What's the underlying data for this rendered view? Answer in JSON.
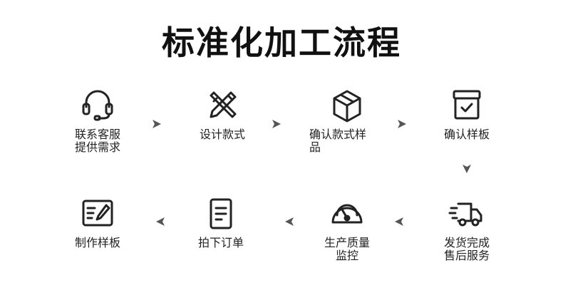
{
  "title": "标准化加工流程",
  "steps": [
    {
      "line1": "联系客服",
      "line2": "提供需求",
      "icon": "headset-icon"
    },
    {
      "line1": "设计款式",
      "line2": "",
      "icon": "design-tools-icon"
    },
    {
      "line1": "确认款式样",
      "line2": "品",
      "icon": "box-icon"
    },
    {
      "line1": "确认样板",
      "line2": "",
      "icon": "approved-box-icon"
    },
    {
      "line1": "发货完成",
      "line2": "售后服务",
      "icon": "delivery-truck-icon"
    },
    {
      "line1": "生产质量",
      "line2": "监控",
      "icon": "gauge-icon"
    },
    {
      "line1": "拍下订单",
      "line2": "",
      "icon": "order-document-icon"
    },
    {
      "line1": "制作样板",
      "line2": "",
      "icon": "sample-edit-icon"
    }
  ],
  "colors": {
    "icon": "#222222",
    "arrow": "#555555",
    "text": "#222222"
  }
}
